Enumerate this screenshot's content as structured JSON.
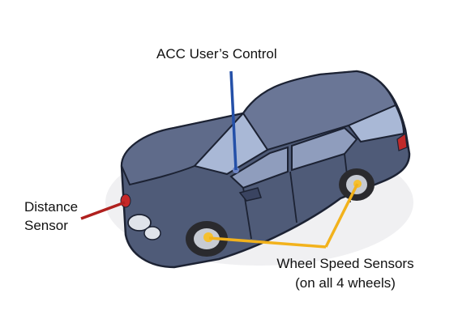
{
  "labels": {
    "acc_control": "ACC User’s Control",
    "distance_sensor_line1": "Distance",
    "distance_sensor_line2": "Sensor",
    "wheel_sensors_line1": "Wheel Speed Sensors",
    "wheel_sensors_line2": "(on all 4 wheels)"
  },
  "colors": {
    "car_body": "#4f5b78",
    "car_dark": "#2f3852",
    "glass": "#a9b8d6",
    "acc_line": "#2450a8",
    "distance_line": "#b0201e",
    "wheel_line": "#f2b21c",
    "wheel_sensor_dot": "#f5c030",
    "tire": "#2a2a2e",
    "rim": "#c7cbd3"
  }
}
